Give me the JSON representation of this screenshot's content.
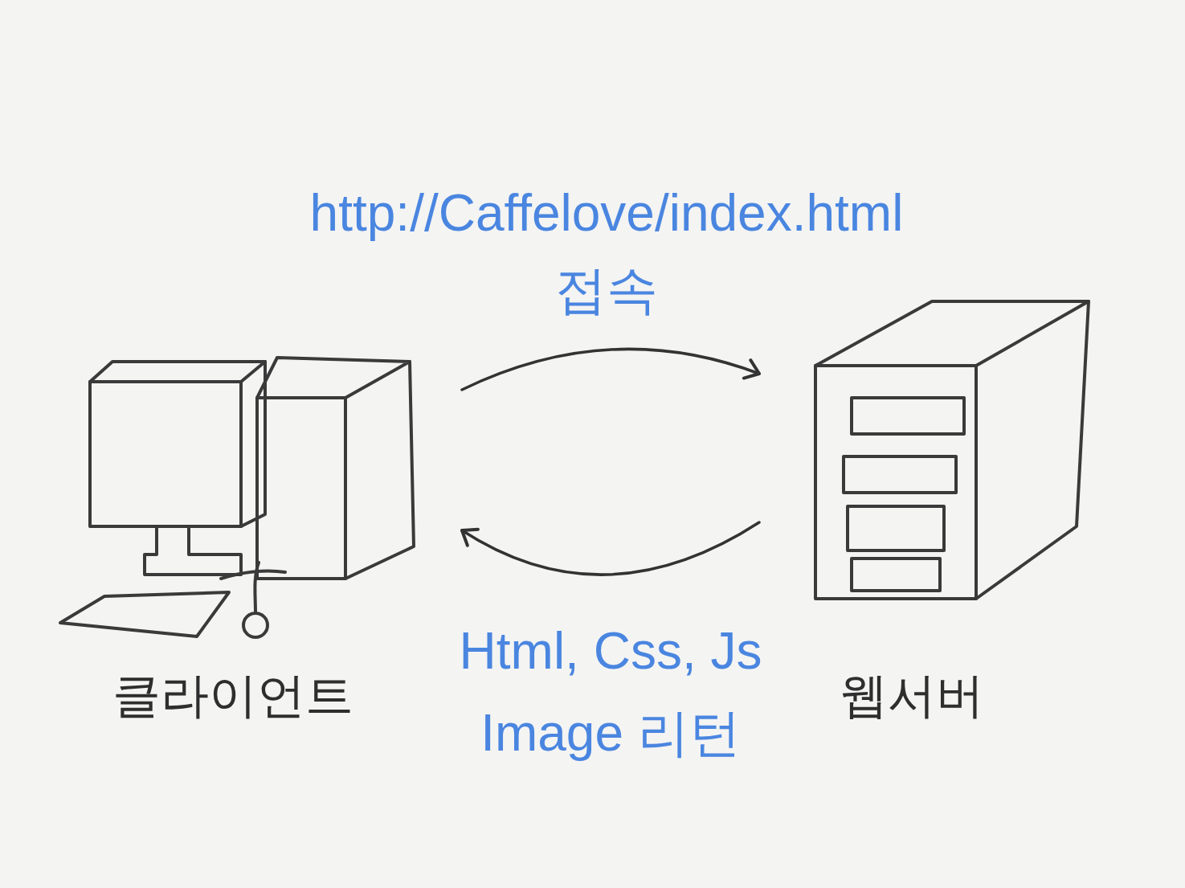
{
  "diagram": {
    "nodes": [
      {
        "text": [
          "클라이언트"
        ]
      },
      {
        "text": [
          "웹서버"
        ]
      }
    ],
    "edges": [
      {
        "from": 0,
        "to": 1,
        "arrow": "to",
        "label": "http://Caffelove/index.html 접속"
      },
      {
        "from": 1,
        "to": 0,
        "arrow": "to",
        "label": "Html, Css, Js Image 리턴"
      }
    ]
  }
}
